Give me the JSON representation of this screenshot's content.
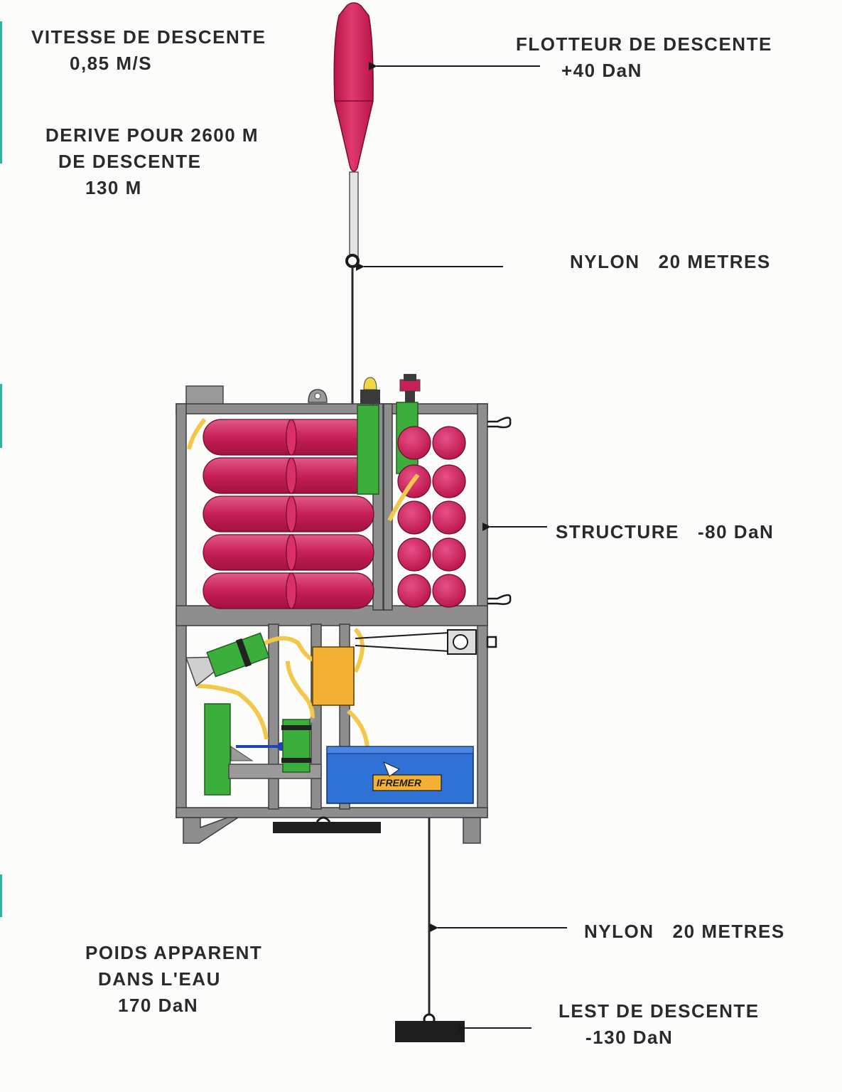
{
  "labels": {
    "vitesse": [
      "VITESSE DE DESCENTE",
      "0,85 M/S"
    ],
    "derive": [
      "DERIVE POUR 2600 M",
      "DE DESCENTE",
      "130 M"
    ],
    "flotteur": [
      "FLOTTEUR DE DESCENTE",
      "+40 DaN"
    ],
    "nylon_top": "NYLON   20 METRES",
    "structure": "STRUCTURE   -80 DaN",
    "nylon_bottom": "NYLON   20 METRES",
    "poids": [
      "POIDS APPARENT",
      "DANS L'EAU",
      "170 DaN"
    ],
    "lest": [
      "LEST DE DESCENTE",
      "-130 DaN"
    ]
  },
  "logo_text": "IFREMER",
  "colors": {
    "float": "#d8265f",
    "frame": "#8e8e8e",
    "canister": "#3cae3c",
    "box": "#f4b134",
    "logo_box": "#2f71d4",
    "ballast": "#1e1e1e",
    "hose": "#f2c84a"
  }
}
